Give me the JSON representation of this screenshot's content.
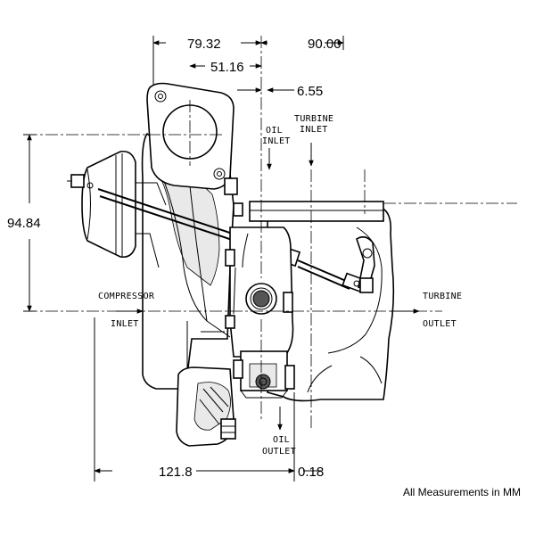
{
  "dimensions": {
    "top_left": "79.32",
    "top_right": "90.00",
    "second_left": "51.16",
    "oil_offset": "6.55",
    "height": "94.84",
    "bottom_left": "121.8",
    "bottom_right": "0.18"
  },
  "labels": {
    "oil_inlet_1": "OIL",
    "oil_inlet_2": "INLET",
    "turbine_inlet_1": "TURBINE",
    "turbine_inlet_2": "INLET",
    "compressor_inlet_1": "COMPRESSOR",
    "compressor_inlet_2": "INLET",
    "turbine_outlet_1": "TURBINE",
    "turbine_outlet_2": "OUTLET",
    "oil_outlet_1": "OIL",
    "oil_outlet_2": "OUTLET"
  },
  "note": "All Measurements in MM"
}
